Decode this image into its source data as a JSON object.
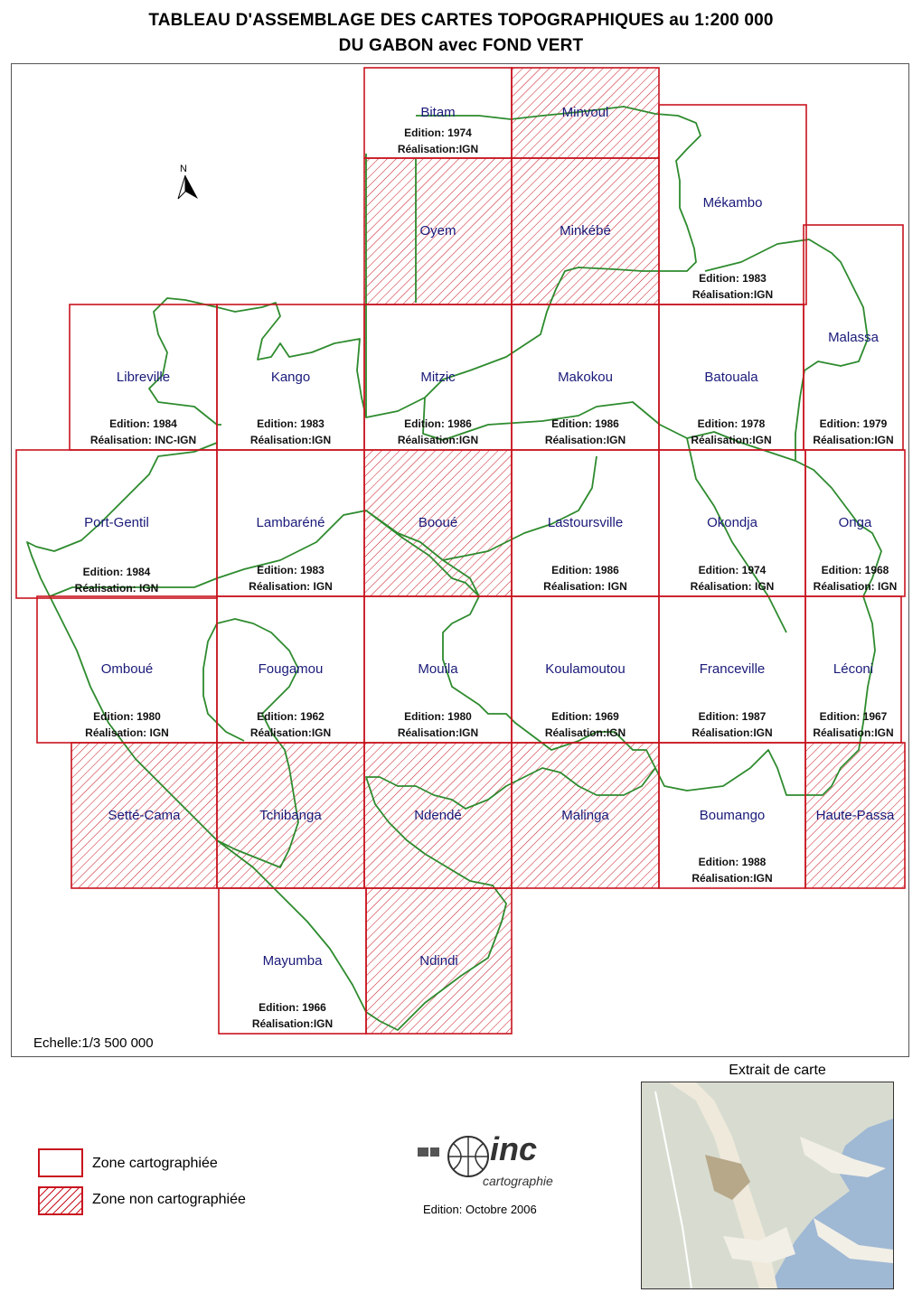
{
  "title": {
    "line1": "TABLEAU  D'ASSEMBLAGE  DES CARTES TOPOGRAPHIQUES au 1:200 000",
    "line2": "DU  GABON avec FOND VERT"
  },
  "north_label": "N",
  "colors": {
    "frame": "#c8141e",
    "border": "#2e8b2e",
    "name": "#1a1a7a"
  },
  "tiles": [
    {
      "name": "Bitam",
      "edition": "Edition: 1974",
      "realisation": "Réalisation:IGN",
      "mapped": true
    },
    {
      "name": "Minvoul",
      "edition": "",
      "realisation": "",
      "mapped": false
    },
    {
      "name": "Oyem",
      "edition": "",
      "realisation": "",
      "mapped": false
    },
    {
      "name": "Minkébé",
      "edition": "",
      "realisation": "",
      "mapped": false
    },
    {
      "name": "Mékambo",
      "edition": "Edition: 1983",
      "realisation": "Réalisation:IGN",
      "mapped": true
    },
    {
      "name": "Malassa",
      "edition": "Edition: 1979",
      "realisation": "Réalisation:IGN",
      "mapped": true
    },
    {
      "name": "Libreville",
      "edition": "Edition: 1984",
      "realisation": "Réalisation: INC-IGN",
      "mapped": true
    },
    {
      "name": "Kango",
      "edition": "Edition: 1983",
      "realisation": "Réalisation:IGN",
      "mapped": true
    },
    {
      "name": "Mitzic",
      "edition": "Edition: 1986",
      "realisation": "Réalisation:IGN",
      "mapped": true
    },
    {
      "name": "Makokou",
      "edition": "Edition: 1986",
      "realisation": "Réalisation:IGN",
      "mapped": true
    },
    {
      "name": "Batouala",
      "edition": "Edition: 1978",
      "realisation": "Réalisation:IGN",
      "mapped": true
    },
    {
      "name": "Port-Gentil",
      "edition": "Edition: 1984",
      "realisation": "Réalisation: IGN",
      "mapped": true
    },
    {
      "name": "Lambaréné",
      "edition": "Edition: 1983",
      "realisation": "Réalisation: IGN",
      "mapped": true
    },
    {
      "name": "Booué",
      "edition": "",
      "realisation": "",
      "mapped": false
    },
    {
      "name": "Lastoursville",
      "edition": "Edition: 1986",
      "realisation": "Réalisation: IGN",
      "mapped": true
    },
    {
      "name": "Okondja",
      "edition": "Edition: 1974",
      "realisation": "Réalisation: IGN",
      "mapped": true
    },
    {
      "name": "Onga",
      "edition": "Edition: 1968",
      "realisation": "Réalisation: IGN",
      "mapped": true
    },
    {
      "name": "Omboué",
      "edition": "Edition: 1980",
      "realisation": "Réalisation: IGN",
      "mapped": true
    },
    {
      "name": "Fougamou",
      "edition": "Edition: 1962",
      "realisation": "Réalisation:IGN",
      "mapped": true
    },
    {
      "name": "Mouila",
      "edition": "Edition: 1980",
      "realisation": "Réalisation:IGN",
      "mapped": true
    },
    {
      "name": "Koulamoutou",
      "edition": "Edition: 1969",
      "realisation": "Réalisation:IGN",
      "mapped": true
    },
    {
      "name": "Franceville",
      "edition": "Edition: 1987",
      "realisation": "Réalisation:IGN",
      "mapped": true
    },
    {
      "name": "Léconi",
      "edition": "Edition: 1967",
      "realisation": "Réalisation:IGN",
      "mapped": true
    },
    {
      "name": "Setté-Cama",
      "edition": "",
      "realisation": "",
      "mapped": false
    },
    {
      "name": "Tchibanga",
      "edition": "",
      "realisation": "",
      "mapped": false
    },
    {
      "name": "Ndendé",
      "edition": "",
      "realisation": "",
      "mapped": false
    },
    {
      "name": "Malinga",
      "edition": "",
      "realisation": "",
      "mapped": false
    },
    {
      "name": "Boumango",
      "edition": "Edition: 1988",
      "realisation": "Réalisation:IGN",
      "mapped": true
    },
    {
      "name": "Haute-Passa",
      "edition": "",
      "realisation": "",
      "mapped": false
    },
    {
      "name": "Mayumba",
      "edition": "Edition: 1966",
      "realisation": "Réalisation:IGN",
      "mapped": true
    },
    {
      "name": "Ndindi",
      "edition": "",
      "realisation": "",
      "mapped": false
    }
  ],
  "scale": "Echelle:1/3 500 000",
  "extract_title": "Extrait de carte",
  "legend": {
    "mapped": "Zone cartographiée",
    "unmapped": "Zone non cartographiée"
  },
  "logo": {
    "brand": "inc",
    "subtitle": "cartographie"
  },
  "edition_note": "Edition: Octobre 2006"
}
